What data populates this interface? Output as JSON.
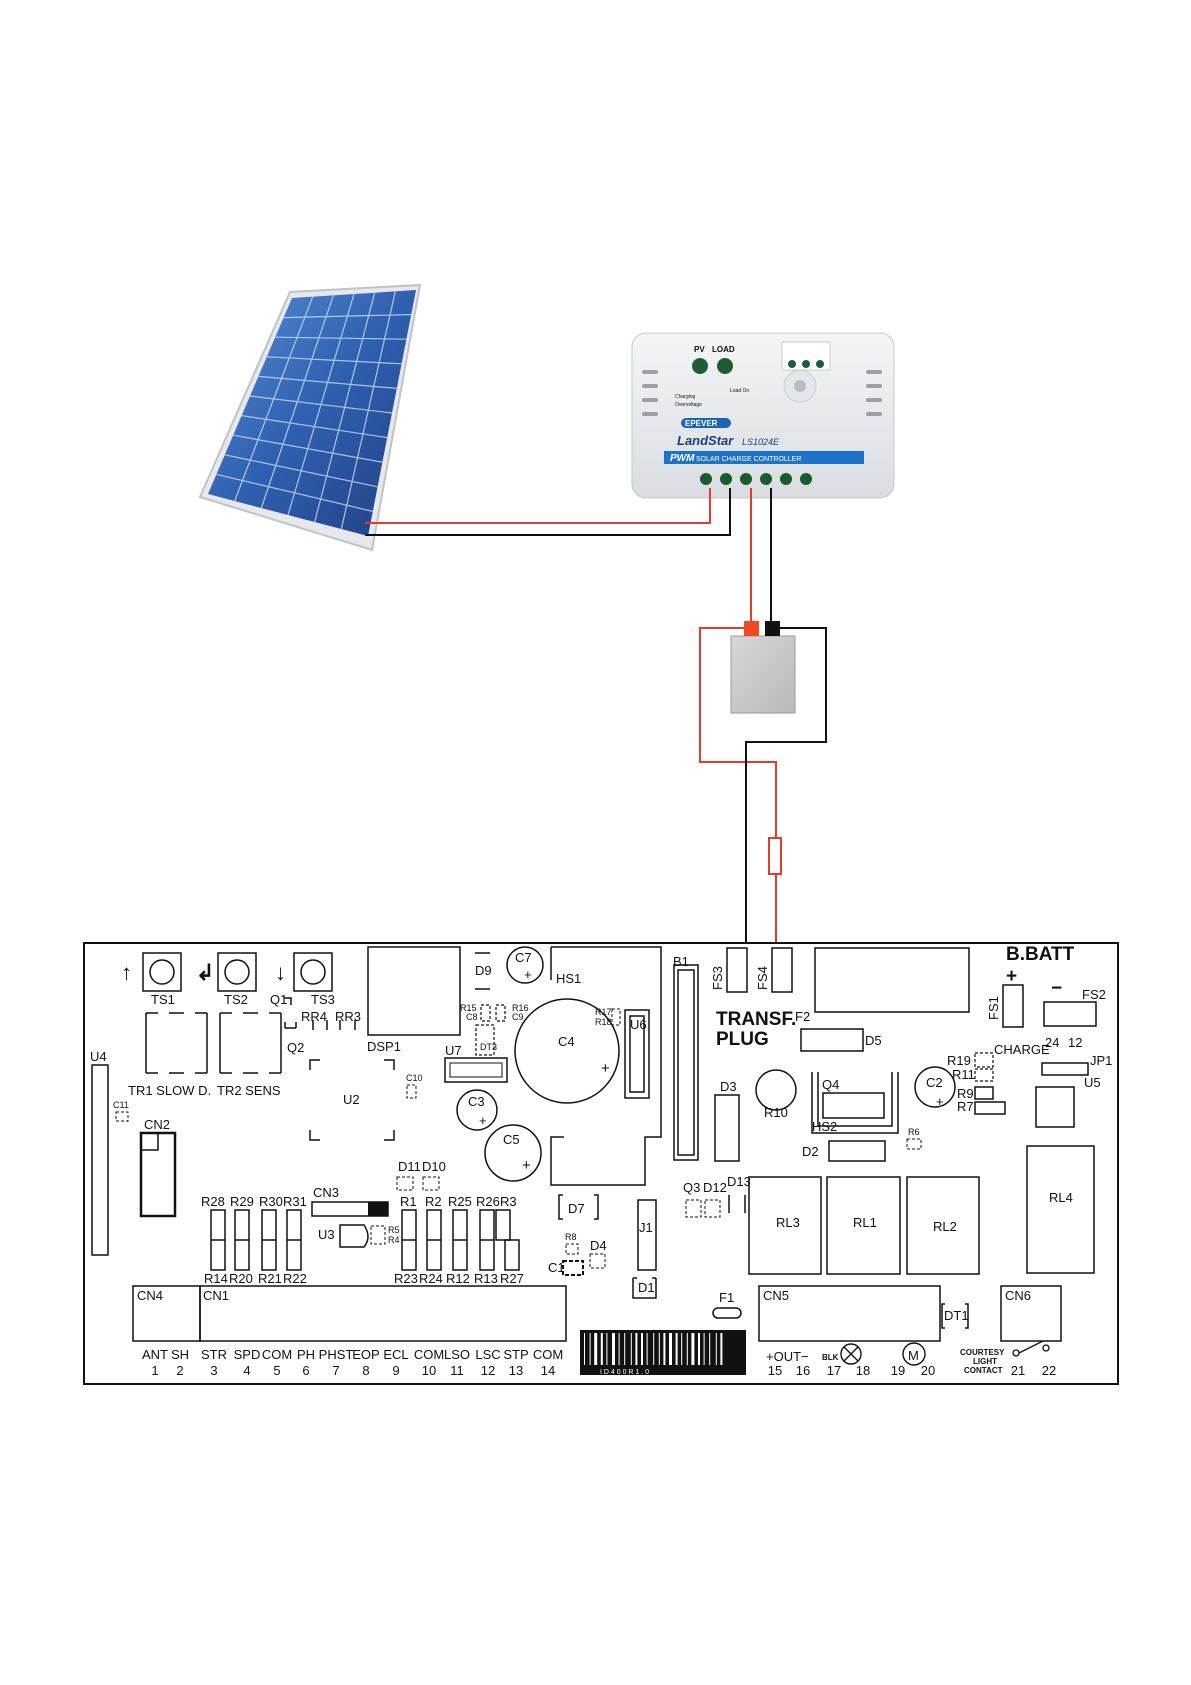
{
  "controller": {
    "pv": "PV",
    "load": "LOAD",
    "brand": "EPEVER",
    "model_name": "LandStar",
    "model_code": "LS1024E",
    "pwm": "PWM",
    "subtitle": "SOLAR CHARGE CONTROLLER",
    "charging": "Charging",
    "overvoltage": "Overvoltage",
    "load_on": "Load On"
  },
  "board": {
    "buttons": [
      {
        "label": "TS1",
        "arrow": "↑"
      },
      {
        "label": "TS2",
        "arrow": "↲"
      },
      {
        "label": "TS3",
        "arrow": "↓"
      }
    ],
    "trimmers": [
      {
        "label": "TR1 SLOW  D."
      },
      {
        "label": "TR2 SENS"
      }
    ],
    "components": {
      "q1": "Q1",
      "rr4": "RR4",
      "rr3": "RR3",
      "q2": "Q2",
      "dsp1": "DSP1",
      "u4": "U4",
      "c11": "C11",
      "cn2": "CN2",
      "u2": "U2",
      "c10": "C10",
      "d9": "D9",
      "c7": "C7",
      "r15": "R15",
      "c8": "C8",
      "r16": "R16",
      "c9": "C9",
      "dt3": "DT3",
      "u7": "U7",
      "c3": "C3",
      "c5": "C5",
      "hs1": "HS1",
      "c4": "C4",
      "r17": "R17",
      "r18": "R18",
      "u6": "U6",
      "b1": "B1",
      "fs3": "FS3",
      "fs4": "FS4",
      "transf": "TRANSF.",
      "plug": "PLUG",
      "f2": "F2",
      "d5": "D5",
      "d3": "D3",
      "r10": "R10",
      "q4": "Q4",
      "hs2": "HS2",
      "r6": "R6",
      "d2": "D2",
      "bbatt": "B.BATT",
      "plus": "+",
      "minus": "−",
      "fs1": "FS1",
      "fs2": "FS2",
      "charge": "CHARGE",
      "j24": "24",
      "j12": "12",
      "jp1": "JP1",
      "u5": "U5",
      "r19": "R19",
      "r11": "R11",
      "r9": "R9",
      "r7": "R7",
      "c2": "C2",
      "rl1": "RL1",
      "rl2": "RL2",
      "rl3": "RL3",
      "rl4": "RL4",
      "d11": "D11",
      "d10": "D10",
      "cn3": "CN3",
      "u3": "U3",
      "r5": "R5",
      "r4": "R4",
      "r1": "R1",
      "r2": "R2",
      "r25": "R25",
      "r26": "R26",
      "r3": "R3",
      "d7": "D7",
      "q3": "Q3",
      "d12": "D12",
      "d13": "D13",
      "j1": "J1",
      "r8": "R8",
      "d4": "D4",
      "c1": "C1",
      "d1": "D1",
      "f1": "F1",
      "dt1": "DT1",
      "r28": "R28",
      "r29": "R29",
      "r30": "R30",
      "r31": "R31",
      "r14": "R14",
      "r20": "R20",
      "r21": "R21",
      "r22": "R22",
      "r23": "R23",
      "r24": "R24",
      "r12": "R12",
      "r13": "R13",
      "r27": "R27",
      "cn4": "CN4",
      "cn1": "CN1",
      "cn5": "CN5",
      "cn6": "CN6",
      "out": "+OUT−",
      "blk": "BLK",
      "courtesy": "COURTESY",
      "light": "LIGHT",
      "contact": "CONTACT",
      "barcode": "I D 4 0 0     R 1 . 0"
    },
    "terminals": [
      {
        "name": "ANT",
        "num": "1"
      },
      {
        "name": "SH",
        "num": "2"
      },
      {
        "name": "STR",
        "num": "3"
      },
      {
        "name": "SPD",
        "num": "4"
      },
      {
        "name": "COM",
        "num": "5"
      },
      {
        "name": "PH",
        "num": "6"
      },
      {
        "name": "PHST",
        "num": "7"
      },
      {
        "name": "EOP",
        "num": "8"
      },
      {
        "name": "ECL",
        "num": "9"
      },
      {
        "name": "COM",
        "num": "10"
      },
      {
        "name": "LSO",
        "num": "11"
      },
      {
        "name": "LSC",
        "num": "12"
      },
      {
        "name": "STP",
        "num": "13"
      },
      {
        "name": "COM",
        "num": "14"
      },
      {
        "name": "",
        "num": "15"
      },
      {
        "name": "",
        "num": "16"
      },
      {
        "name": "",
        "num": "17"
      },
      {
        "name": "",
        "num": "18"
      },
      {
        "name": "",
        "num": "19"
      },
      {
        "name": "",
        "num": "20"
      },
      {
        "name": "",
        "num": "21"
      },
      {
        "name": "",
        "num": "22"
      }
    ]
  }
}
